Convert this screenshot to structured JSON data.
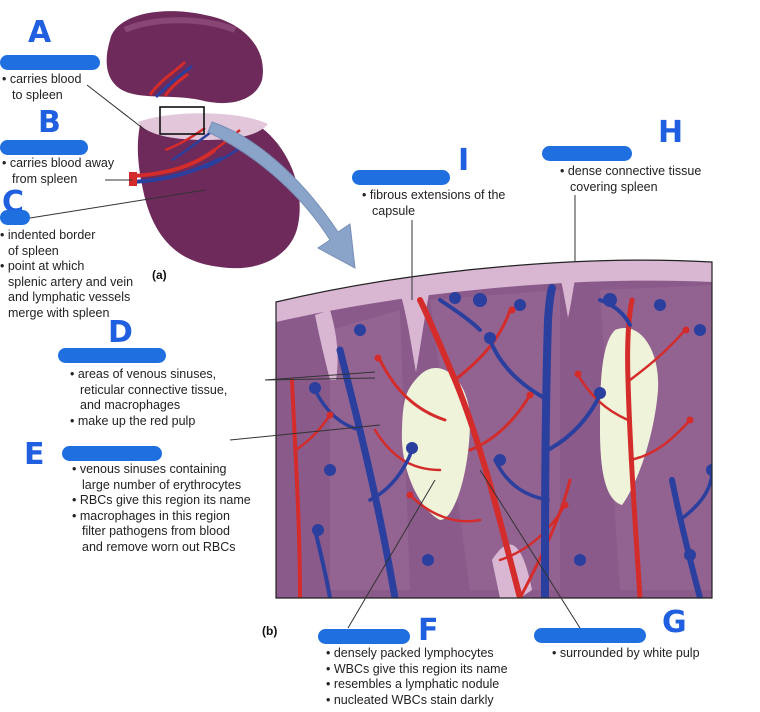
{
  "figure": {
    "part_a_label": "(a)",
    "part_b_label": "(b)"
  },
  "labels": {
    "A": {
      "letter": "A",
      "lines": [
        "• carries blood",
        "to spleen"
      ]
    },
    "B": {
      "letter": "B",
      "lines": [
        "• carries blood away",
        "from spleen"
      ]
    },
    "C": {
      "letter": "C",
      "lines": [
        "• indented border",
        "of spleen",
        "• point at which",
        "splenic artery and vein",
        "and  lymphatic vessels",
        "merge with spleen"
      ]
    },
    "D": {
      "letter": "D",
      "lines": [
        "• areas of venous sinuses,",
        "reticular connective tissue,",
        "and macrophages",
        "• make up the red pulp"
      ]
    },
    "E": {
      "letter": "E",
      "lines": [
        "• venous sinuses containing",
        "large number of erythrocytes",
        "• RBCs give this region its name",
        "• macrophages in this region",
        "filter pathogens from blood",
        "and remove worn out RBCs"
      ]
    },
    "F": {
      "letter": "F",
      "lines": [
        "• densely packed lymphocytes",
        "• WBCs give this region its name",
        "• resembles a lymphatic nodule",
        "• nucleated WBCs stain darkly"
      ]
    },
    "G": {
      "letter": "G",
      "lines": [
        "• surrounded by white pulp"
      ]
    },
    "H": {
      "letter": "H",
      "lines": [
        "• dense connective tissue",
        "covering spleen"
      ]
    },
    "I": {
      "letter": "I",
      "lines": [
        "• fibrous extensions of the",
        "capsule"
      ]
    }
  },
  "colors": {
    "answer_blank": "#1f6fe0",
    "handwriting": "#1f5fe0",
    "capsule": "#d9b7d3",
    "red_pulp": "#8a5a8a",
    "white_pulp": "#eef3da",
    "artery": "#d42b2b",
    "vein": "#2a3f9e",
    "spleen": "#6e2a5a"
  }
}
